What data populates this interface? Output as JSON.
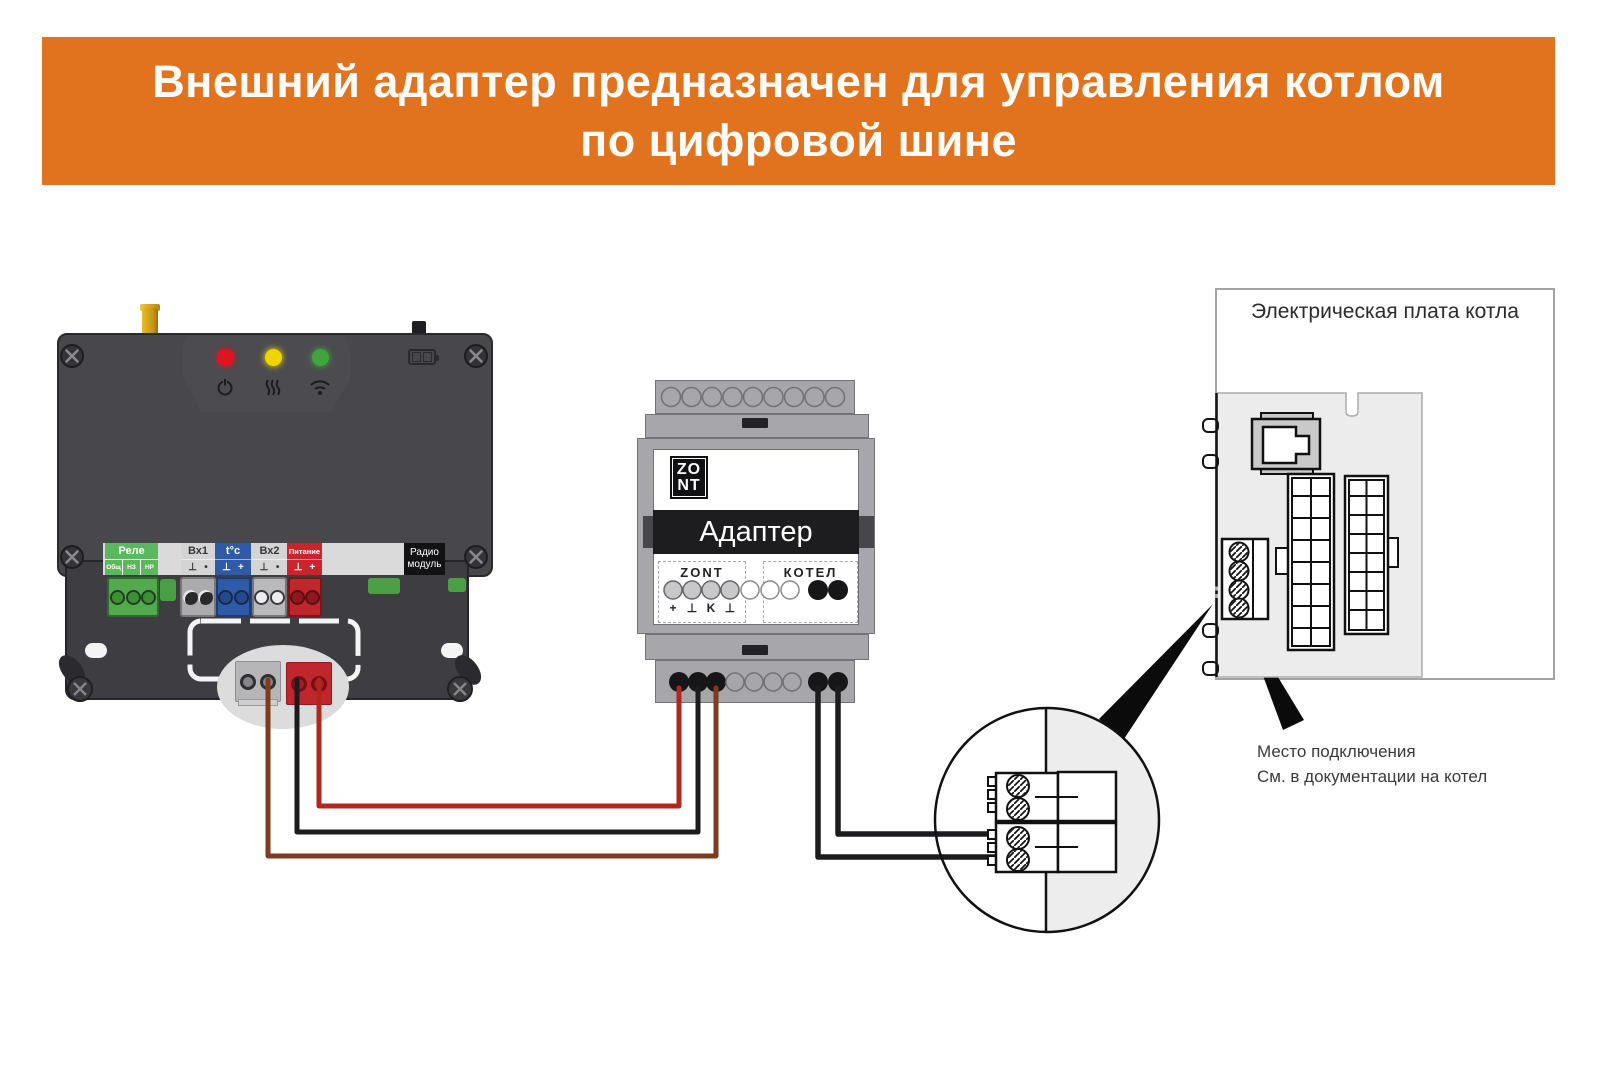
{
  "header": {
    "line1": "Внешний адаптер предназначен для управления котлом",
    "line2": "по цифровой шине"
  },
  "controller": {
    "strip": {
      "relay": {
        "label": "Реле",
        "subs": [
          "Общ",
          "НЗ",
          "НР"
        ]
      },
      "in1": {
        "label": "Вх1",
        "pins": [
          "⊥",
          "•"
        ]
      },
      "temp": {
        "label": "t°c",
        "pins": [
          "⊥",
          "+"
        ]
      },
      "in2": {
        "label": "Вх2",
        "pins": [
          "⊥",
          "•"
        ]
      },
      "power": {
        "label": "Питание",
        "pins": [
          "⊥",
          "+"
        ]
      },
      "radio": {
        "lines": [
          "Радио",
          "модуль"
        ]
      }
    }
  },
  "adapter": {
    "logo": [
      "ZO",
      "NT"
    ],
    "name": "Адаптер",
    "groups": {
      "left": "ZONT",
      "right": "КОТЕЛ"
    },
    "pins": [
      "+",
      "⊥",
      "K",
      "⊥"
    ]
  },
  "board": {
    "title": "Электрическая плата котла"
  },
  "callout": {
    "line1": "Место подключения",
    "line2": "См. в документации на котел"
  },
  "colors": {
    "banner_orange": "#E2731E",
    "relay_green": "#5CB85C",
    "temp_blue": "#2F5AA8",
    "power_red": "#C9252C",
    "terminal_red": "#C0272D",
    "wire_red": "#B3261E",
    "wire_black": "#1C1C1E",
    "wire_brown": "#7E3B1F",
    "led_red": "#E01420",
    "led_yellow": "#F0D400",
    "led_green": "#3FA53C"
  }
}
